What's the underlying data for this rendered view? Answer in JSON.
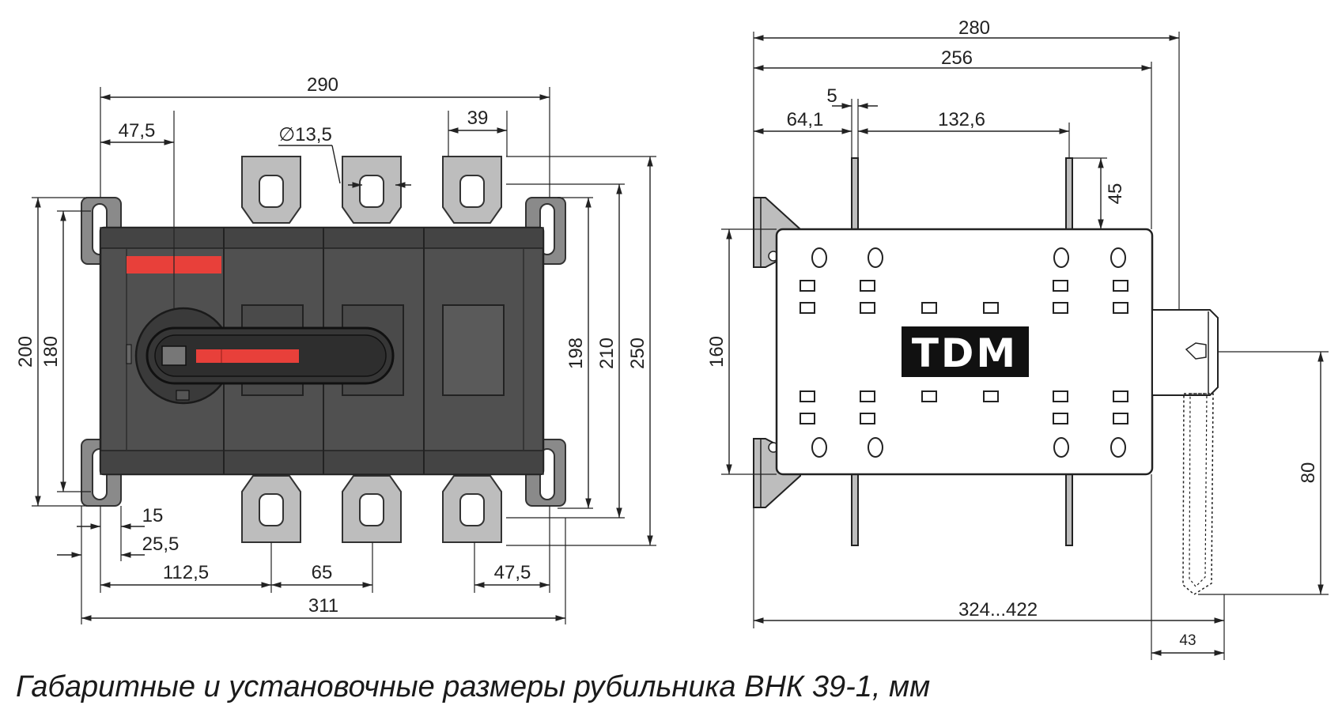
{
  "caption": "Габаритные и установочные размеры рубильника ВНК 39-1, мм",
  "logo": "TDM",
  "front_view": {
    "dims": {
      "overall_width_top": "290",
      "handle_offset": "47,5",
      "hole_diameter": "∅13,5",
      "terminal_width": "39",
      "height_200": "200",
      "height_180": "180",
      "height_198": "198",
      "height_210": "210",
      "height_250": "250",
      "offset_15": "15",
      "offset_25_5": "25,5",
      "dist_112_5": "112,5",
      "pitch_65": "65",
      "dist_47_5_bottom": "47,5",
      "overall_width_bottom": "311"
    }
  },
  "side_view": {
    "dims": {
      "overall_280": "280",
      "overall_256": "256",
      "gap_5": "5",
      "dist_64_1": "64,1",
      "dist_132_6": "132,6",
      "bar_45": "45",
      "height_160": "160",
      "handle_80": "80",
      "length_324_422": "324...422",
      "handle_43": "43"
    }
  },
  "colors": {
    "body": "#505050",
    "body_dark": "#3a3a3a",
    "terminal": "#bdbdbd",
    "accent_red": "#e8403a",
    "logo_bg": "#111111"
  }
}
